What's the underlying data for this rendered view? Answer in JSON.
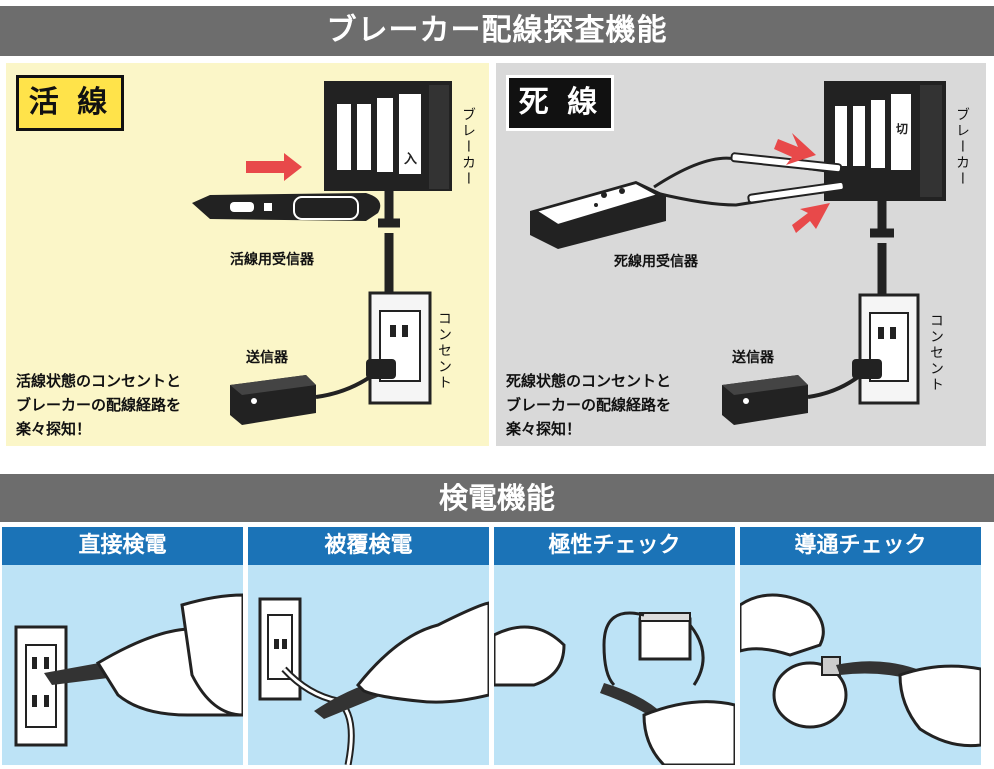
{
  "sections": {
    "breaker_title": "ブレーカー配線探査機能",
    "voltage_title": "検電機能"
  },
  "live_panel": {
    "tag": "活 線",
    "breaker_label": "ブレーカー",
    "receiver_label": "活線用受信器",
    "outlet_label": "コンセント",
    "transmitter_label": "送信器",
    "description_lines": [
      "活線状態のコンセントと",
      "ブレーカーの配線経路を",
      "楽々探知！"
    ],
    "breaker_switch_text": "入"
  },
  "dead_panel": {
    "tag": "死 線",
    "breaker_label": "ブレーカー",
    "receiver_label": "死線用受信器",
    "outlet_label": "コンセント",
    "transmitter_label": "送信器",
    "description_lines": [
      "死線状態のコンセントと",
      "ブレーカーの配線経路を",
      "楽々探知！"
    ],
    "breaker_switch_text": "切"
  },
  "cards": [
    {
      "title": "直接検電"
    },
    {
      "title": "被覆検電"
    },
    {
      "title": "極性チェック"
    },
    {
      "title": "導通チェック"
    }
  ],
  "colors": {
    "band": "#6d6d6d",
    "live_bg": "#fbf6c8",
    "dead_bg": "#d9d9d9",
    "live_tag": "#ffe34a",
    "card_header": "#1b73b7",
    "card_bg": "#bde3f6",
    "arrow": "#e8494a"
  }
}
